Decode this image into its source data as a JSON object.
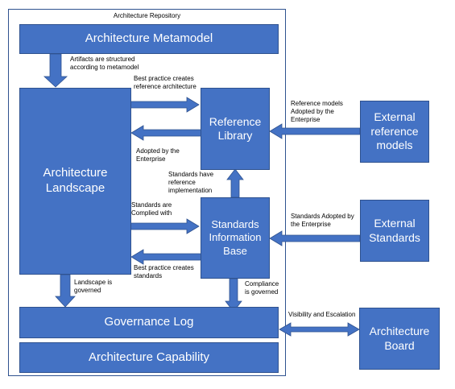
{
  "repository": {
    "title": "Architecture Repository"
  },
  "boxes": {
    "metamodel": "Architecture Metamodel",
    "landscape": "Architecture Landscape",
    "reference_library": "Reference Library",
    "standards_base": "Standards Information Base",
    "governance_log": "Governance Log",
    "capability": "Architecture Capability",
    "external_reference_models": "External reference models",
    "external_standards": "External Standards",
    "architecture_board": "Architecture Board"
  },
  "labels": {
    "artifacts": "Artifacts are structured according to metamodel",
    "best_practice_ref": "Best practice creates reference architecture",
    "adopted_enterprise": "Adopted by the Enterprise",
    "standards_reference": "Standards have reference implementation",
    "standards_complied": "Standards are Complied with",
    "best_practice_std": "Best practice creates standards",
    "landscape_governed": "Landscape is governed",
    "compliance_governed": "Compliance is governed",
    "ref_models_adopted": "Reference models Adopted by the Enterprise",
    "standards_adopted": "Standards Adopted by the Enterprise",
    "visibility": "Visibility and Escalation"
  },
  "colors": {
    "box_fill": "#4472C4",
    "box_border": "#2F528F",
    "text_on_box": "#FFFFFF"
  }
}
